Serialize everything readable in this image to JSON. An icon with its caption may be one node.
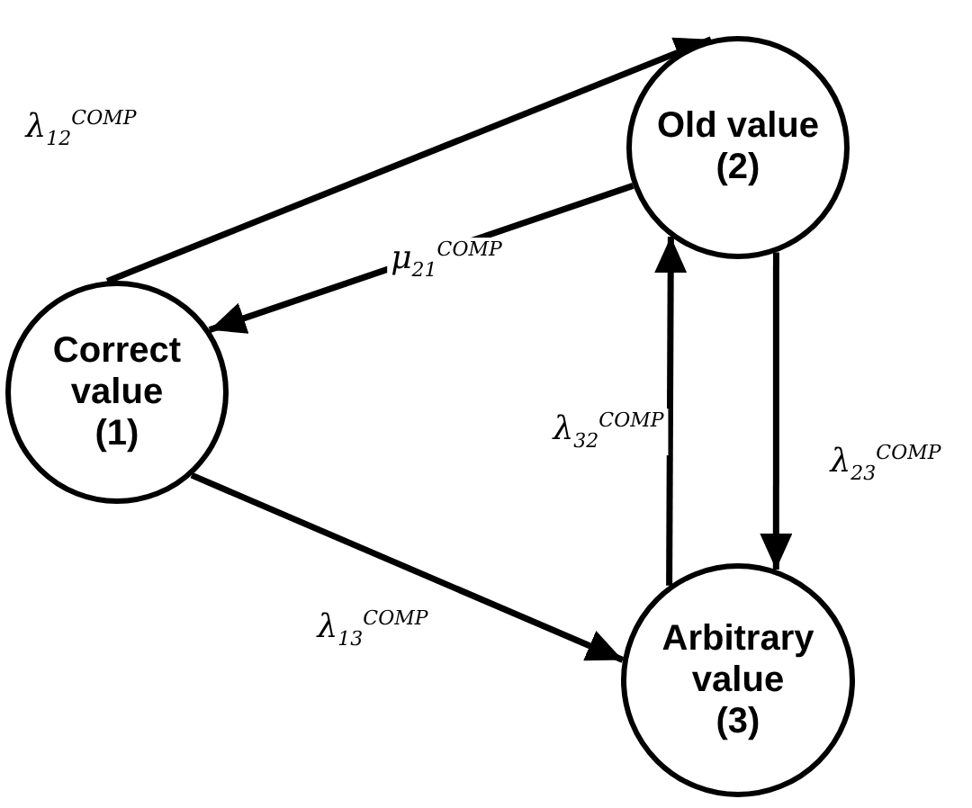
{
  "diagram": {
    "nodes": [
      {
        "text": [
          "Correct value",
          "(1)"
        ]
      },
      {
        "text": [
          "Old value",
          "(2)"
        ]
      },
      {
        "text": [
          "Arbitrary value",
          "(3)"
        ]
      }
    ],
    "edges": [
      {
        "from": 0,
        "to": 1,
        "arrow": "to",
        "label": "λ$_{12}$$^{COMP}$"
      },
      {
        "from": 1,
        "to": 0,
        "arrow": "to",
        "label": "μ$_{21}$$^{COMP}$"
      },
      {
        "from": 0,
        "to": 2,
        "arrow": "to",
        "label": "λ$_{13}$$^{COMP}$"
      },
      {
        "from": 1,
        "to": 2,
        "arrow": "to",
        "label": "λ$_{23}$$^{COMP}$"
      },
      {
        "from": 2,
        "to": 1,
        "arrow": "to",
        "label": "λ$_{32}$$^{COMP}$"
      }
    ]
  }
}
